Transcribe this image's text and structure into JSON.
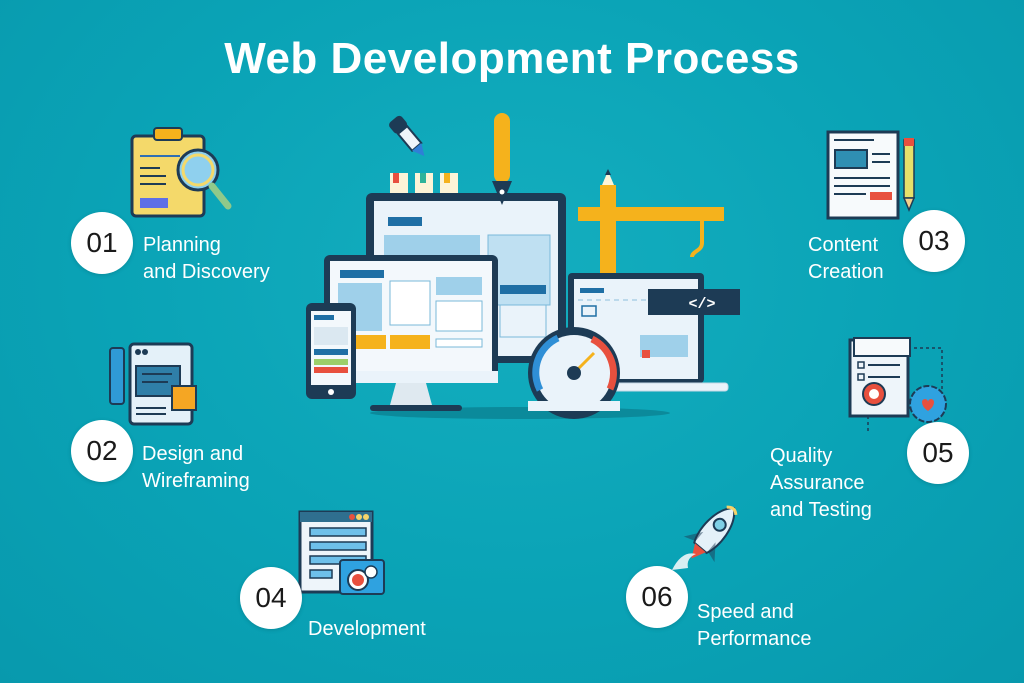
{
  "title": "Web Development Process",
  "colors": {
    "background": "#0aa3b6",
    "navy": "#1d3b55",
    "yellow": "#f5b21c",
    "red": "#e8503e",
    "light_blue": "#cfe8f5"
  },
  "steps": [
    {
      "number": "01",
      "line1": "Planning",
      "line2": "and Discovery",
      "icon": "clipboard-magnifier-icon"
    },
    {
      "number": "02",
      "line1": "Design and",
      "line2": "Wireframing",
      "icon": "wireframe-pen-icon"
    },
    {
      "number": "03",
      "line1": "Content",
      "line2": "Creation",
      "icon": "document-pencil-icon"
    },
    {
      "number": "04",
      "line1": "Development",
      "icon": "browser-camera-icon"
    },
    {
      "number": "05",
      "line1": "Quality",
      "line2": "Assurance",
      "line3": "and Testing",
      "icon": "checklist-gear-icon"
    },
    {
      "number": "06",
      "line1": "Speed and",
      "line2": "Performance",
      "icon": "rocket-icon"
    }
  ],
  "hero": {
    "code_tag": "</>",
    "icon": "devices-illustration"
  }
}
